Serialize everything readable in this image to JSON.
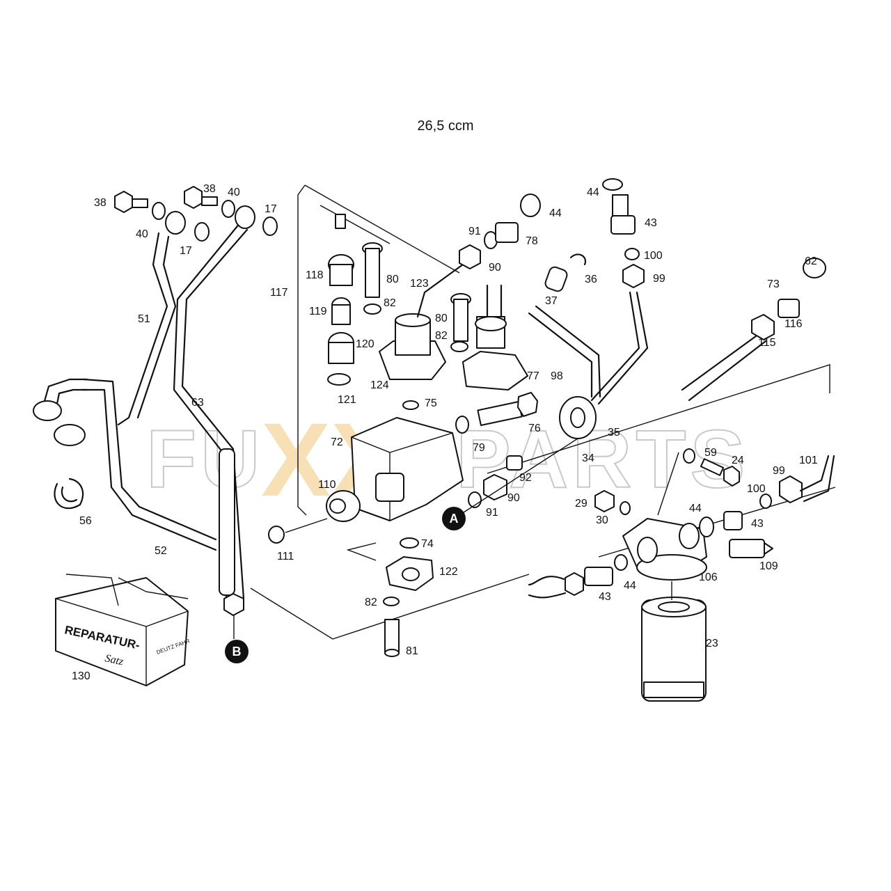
{
  "caption": "26,5 ccm",
  "watermark": {
    "left": "FU",
    "mid": "XX",
    "right": "PARTS"
  },
  "markers": {
    "a": "A",
    "b": "B"
  },
  "repair_box": {
    "line1": "REPARATUR-",
    "line2": "Satz",
    "brand": "DEUTZ FAHR"
  },
  "labels": {
    "l38a": "38",
    "l38b": "38",
    "l40a": "40",
    "l40b": "40",
    "l17a": "17",
    "l17b": "17",
    "l51": "51",
    "l52": "52",
    "l56": "56",
    "l63": "63",
    "l117": "117",
    "l118": "118",
    "l119": "119",
    "l120": "120",
    "l121": "121",
    "l124": "124",
    "l80a": "80",
    "l80b": "80",
    "l82a": "82",
    "l82b": "82",
    "l82c": "82",
    "l123": "123",
    "l91a": "91",
    "l91b": "91",
    "l78": "78",
    "l90a": "90",
    "l90b": "90",
    "l44a": "44",
    "l44b": "44",
    "l44c": "44",
    "l44d": "44",
    "l43a": "43",
    "l43b": "43",
    "l43c": "43",
    "l100a": "100",
    "l100b": "100",
    "l99a": "99",
    "l99b": "99",
    "l36": "36",
    "l37": "37",
    "l77": "77",
    "l98": "98",
    "l35": "35",
    "l34": "34",
    "l75": "75",
    "l76": "76",
    "l72": "72",
    "l79": "79",
    "l92": "92",
    "l110": "110",
    "l111": "111",
    "l74": "74",
    "l122": "122",
    "l81": "81",
    "l130": "130",
    "l62": "62",
    "l73": "73",
    "l116": "116",
    "l115": "115",
    "l59": "59",
    "l24": "24",
    "l101": "101",
    "l29": "29",
    "l30": "30",
    "l109": "109",
    "l106": "106",
    "l23": "23"
  }
}
